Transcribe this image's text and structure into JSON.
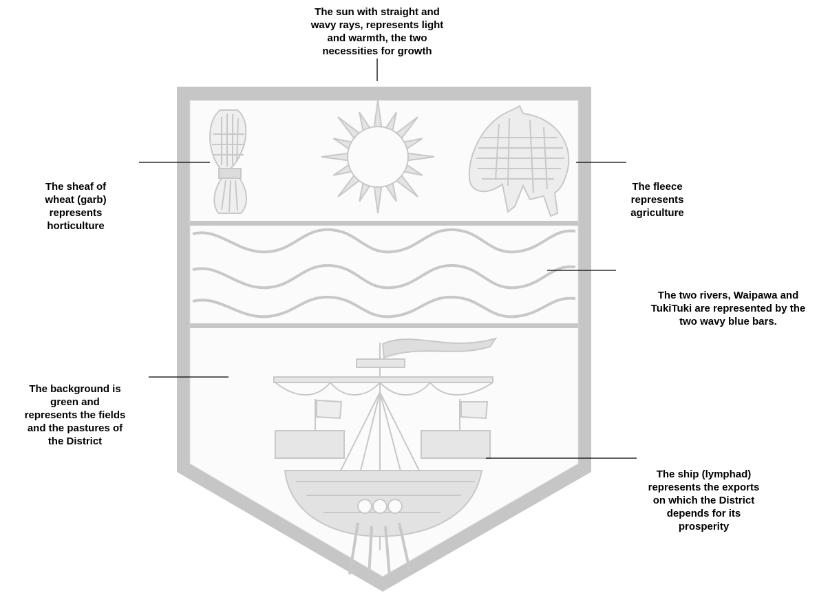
{
  "colors": {
    "outline": "#c4c4c4",
    "field": "#fbfbfb",
    "ink": "#000000",
    "pale": "#d9d9d9"
  },
  "labels": {
    "sun": "The sun with straight and\nwavy rays, represents light\nand warmth, the two\nnecessities for growth",
    "sheaf": "The sheaf of\nwheat (garb)\nrepresents\nhorticulture",
    "fleece": "The fleece\nrepresents\nagriculture",
    "rivers": "The two rivers, Waipawa and\nTukiTuki are represented by the\ntwo wavy blue bars.",
    "background": "The background is\ngreen and\nrepresents the fields\nand the pastures of\nthe District",
    "ship": "The ship (lymphad)\nrepresents the exports\non which the District\ndepends for its\nprosperity"
  },
  "icons": [
    "sheaf-of-wheat-icon",
    "sun-icon",
    "fleece-icon",
    "wavy-rivers-icon",
    "ship-lymphad-icon"
  ]
}
